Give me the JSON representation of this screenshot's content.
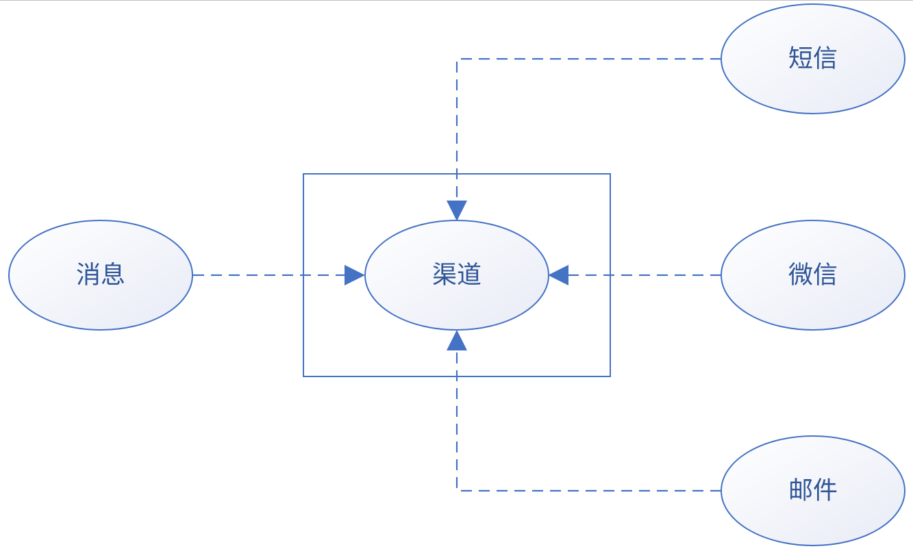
{
  "colors": {
    "stroke": "#4472C4",
    "text": "#2F5597",
    "fill_start": "#ffffff",
    "fill_end": "#e8ebf6"
  },
  "nodes": {
    "message": {
      "label": "消息"
    },
    "channel": {
      "label": "渠道"
    },
    "sms": {
      "label": "短信"
    },
    "wechat": {
      "label": "微信"
    },
    "email": {
      "label": "邮件"
    }
  },
  "edges": [
    {
      "from": "消息",
      "to": "渠道"
    },
    {
      "from": "短信",
      "to": "渠道"
    },
    {
      "from": "微信",
      "to": "渠道"
    },
    {
      "from": "邮件",
      "to": "渠道"
    }
  ]
}
